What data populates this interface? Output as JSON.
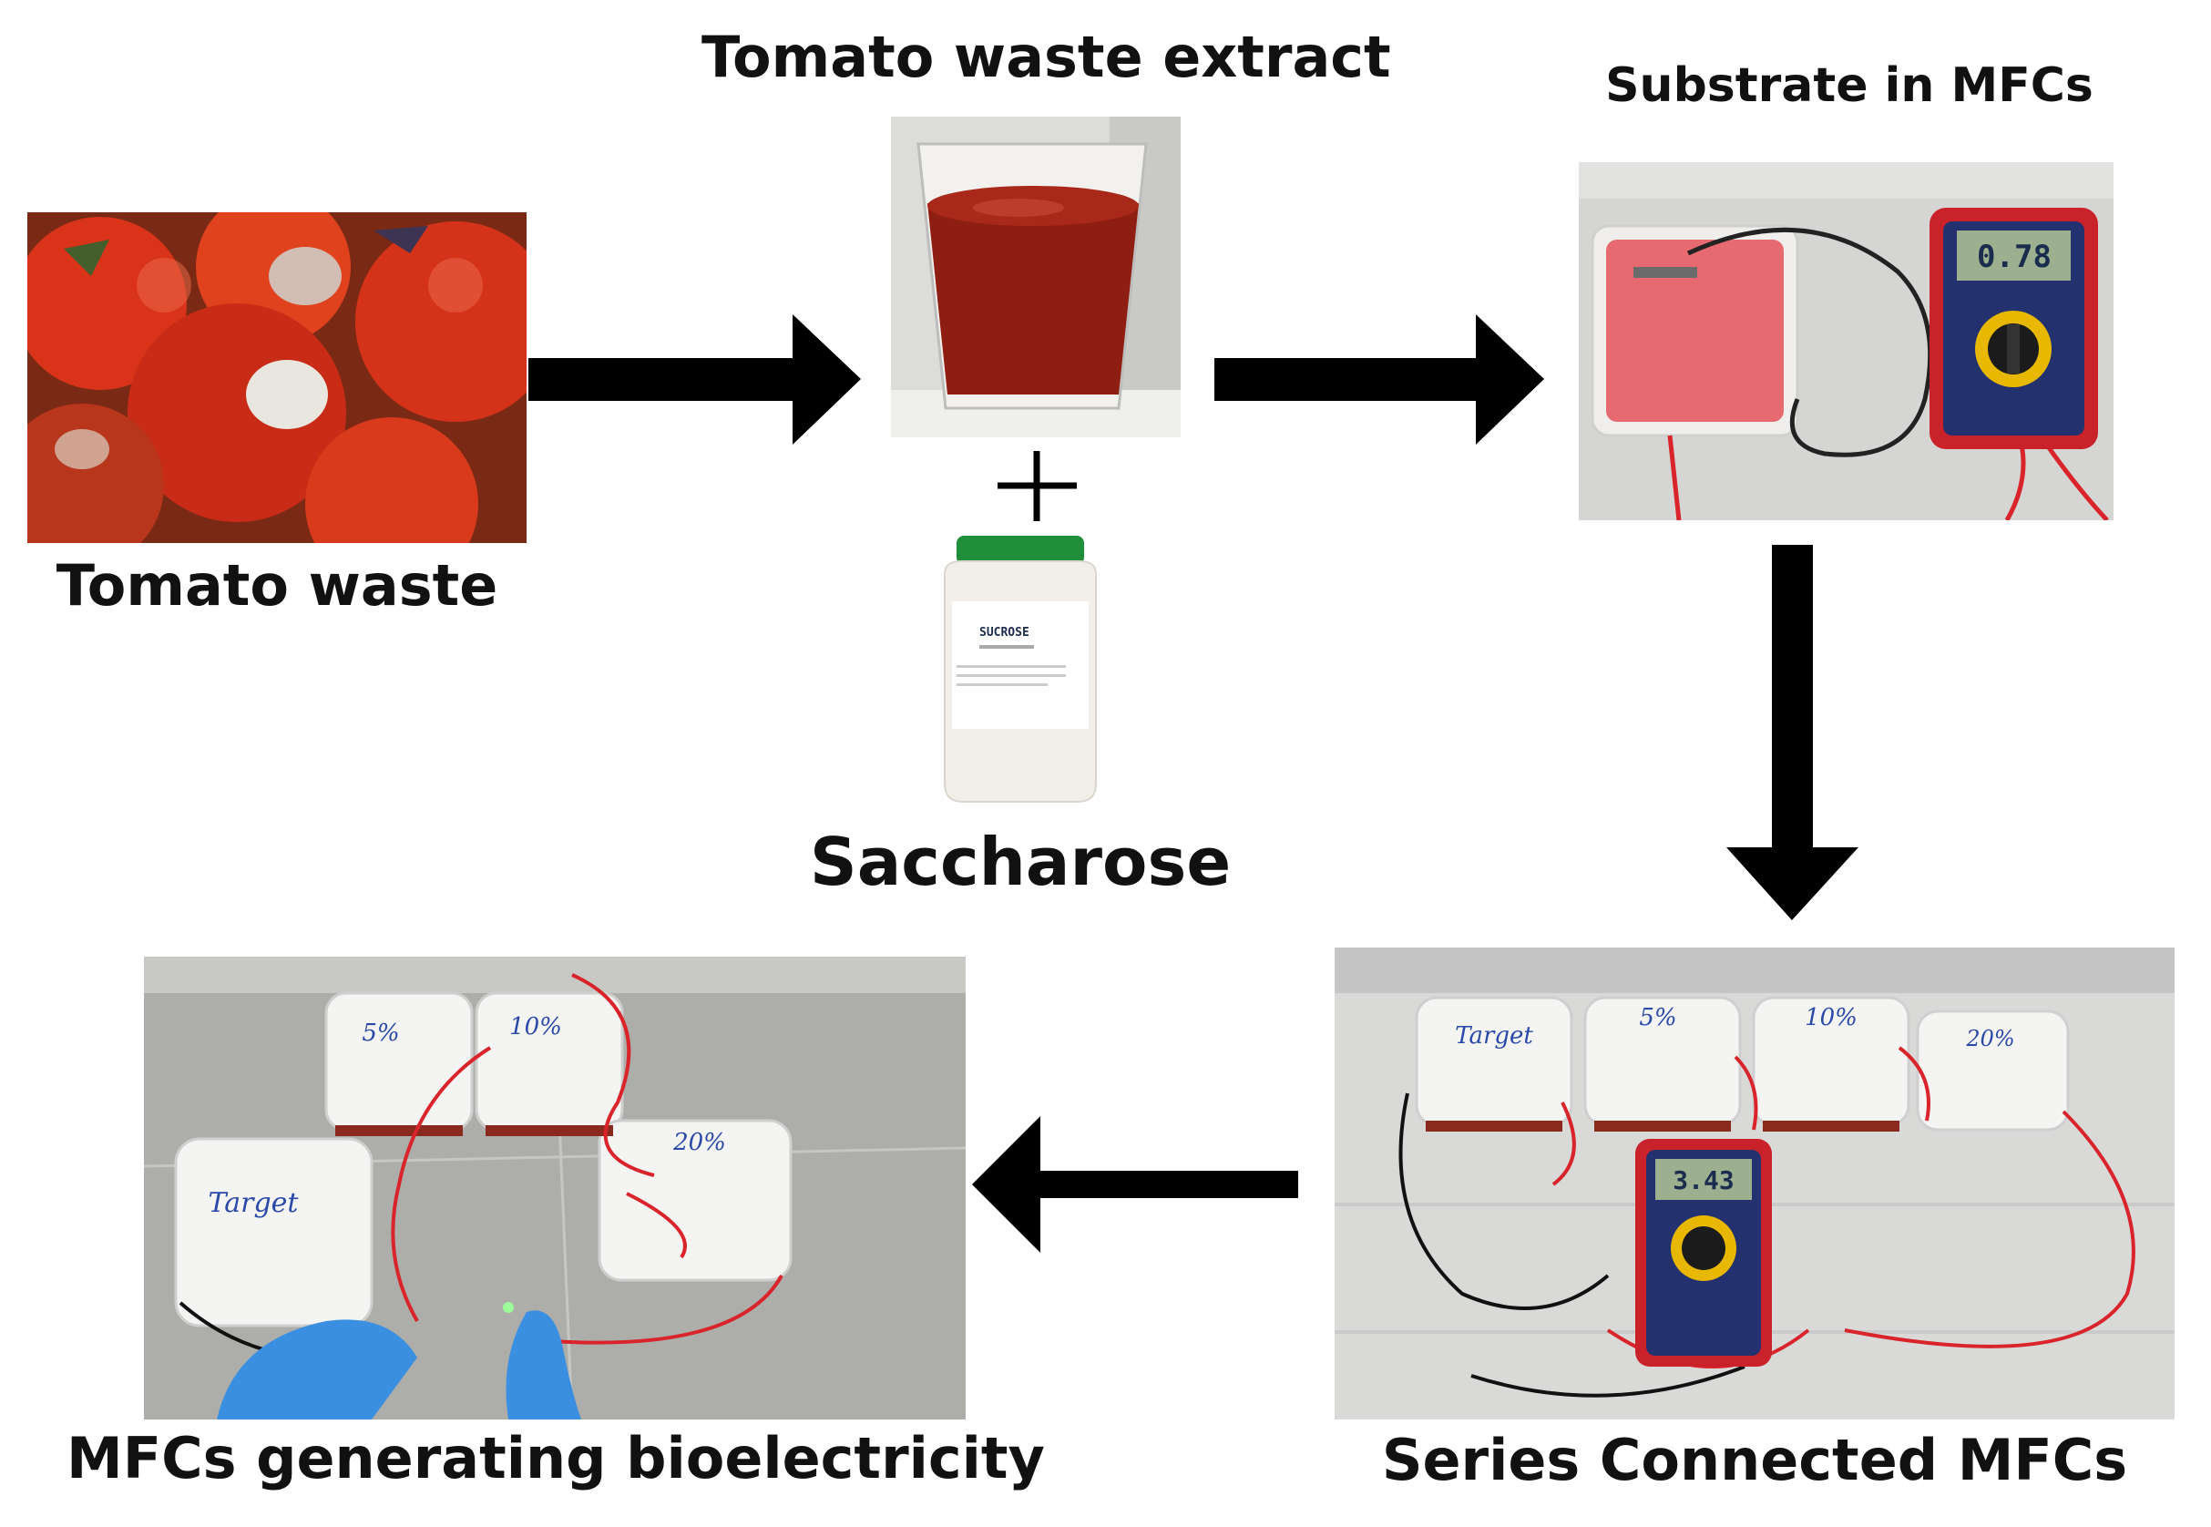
{
  "labels": {
    "tomato_waste": "Tomato waste",
    "tomato_extract": "Tomato waste extract",
    "substrate": "Substrate in MFCs",
    "saccharose": "Saccharose",
    "series": "Series Connected MFCs",
    "generating": "MFCs generating bioelectricity"
  },
  "photo_text": {
    "jar_label": "SUCROSE",
    "meter_substrate": "0.78",
    "meter_series": "3.43",
    "box_target": "Target",
    "box_5": "5%",
    "box_10": "10%",
    "box_20": "20%"
  },
  "colors": {
    "arrow": "#000000",
    "tomato": "#d9341a",
    "juice": "#8e1d12",
    "wire_red": "#d8242a",
    "meter_yellow": "#e8b800",
    "glove": "#3b8fe0"
  }
}
